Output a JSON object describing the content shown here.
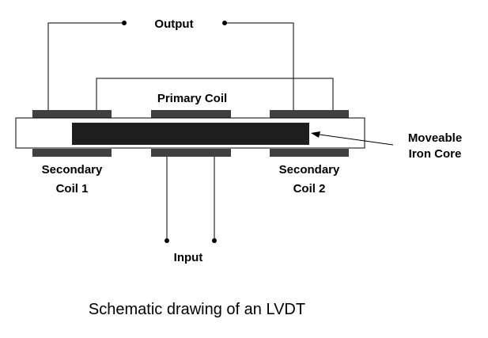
{
  "labels": {
    "output": "Output",
    "primary_coil": "Primary Coil",
    "core_line1": "Moveable",
    "core_line2": "Iron Core",
    "secondary1_line1": "Secondary",
    "secondary1_line2": "Coil 1",
    "secondary2_line1": "Secondary",
    "secondary2_line2": "Coil 2",
    "input": "Input"
  },
  "caption": "Schematic drawing of an LVDT",
  "colors": {
    "coil": "#404040",
    "core": "#1e1e1e",
    "tube": "#ffffff",
    "wire": "#000000"
  }
}
